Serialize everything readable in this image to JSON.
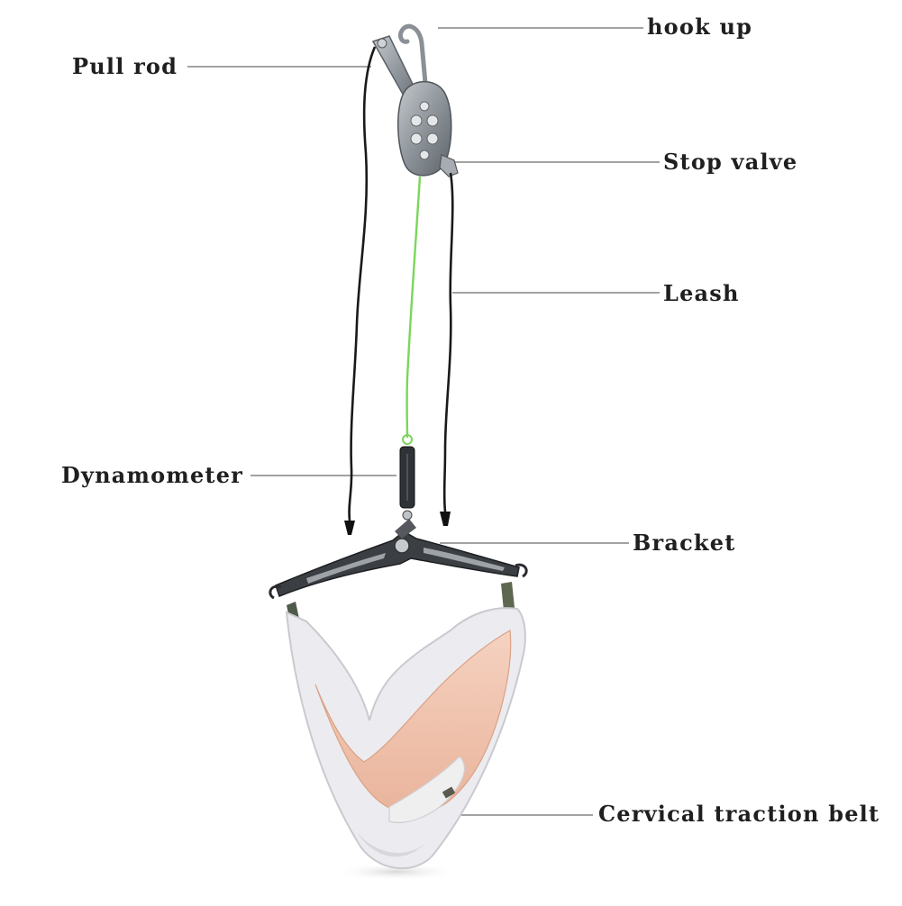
{
  "labels": {
    "hook_up": "hook up",
    "pull_rod": "Pull rod",
    "stop_valve": "Stop valve",
    "leash": "Leash",
    "dynamometer": "Dynamometer",
    "bracket": "Bracket",
    "cervical_traction_belt": "Cervical traction belt"
  },
  "colors": {
    "label_text": "#1f1f1f",
    "leader_line": "#6a6a6a",
    "metal": "#8d949a",
    "bracket": "#3b3f44",
    "spring": "#7bd65a",
    "belt_pad": "#f0c4ae",
    "belt_border": "#e6e6ea",
    "leash": "#1a1a1a"
  }
}
